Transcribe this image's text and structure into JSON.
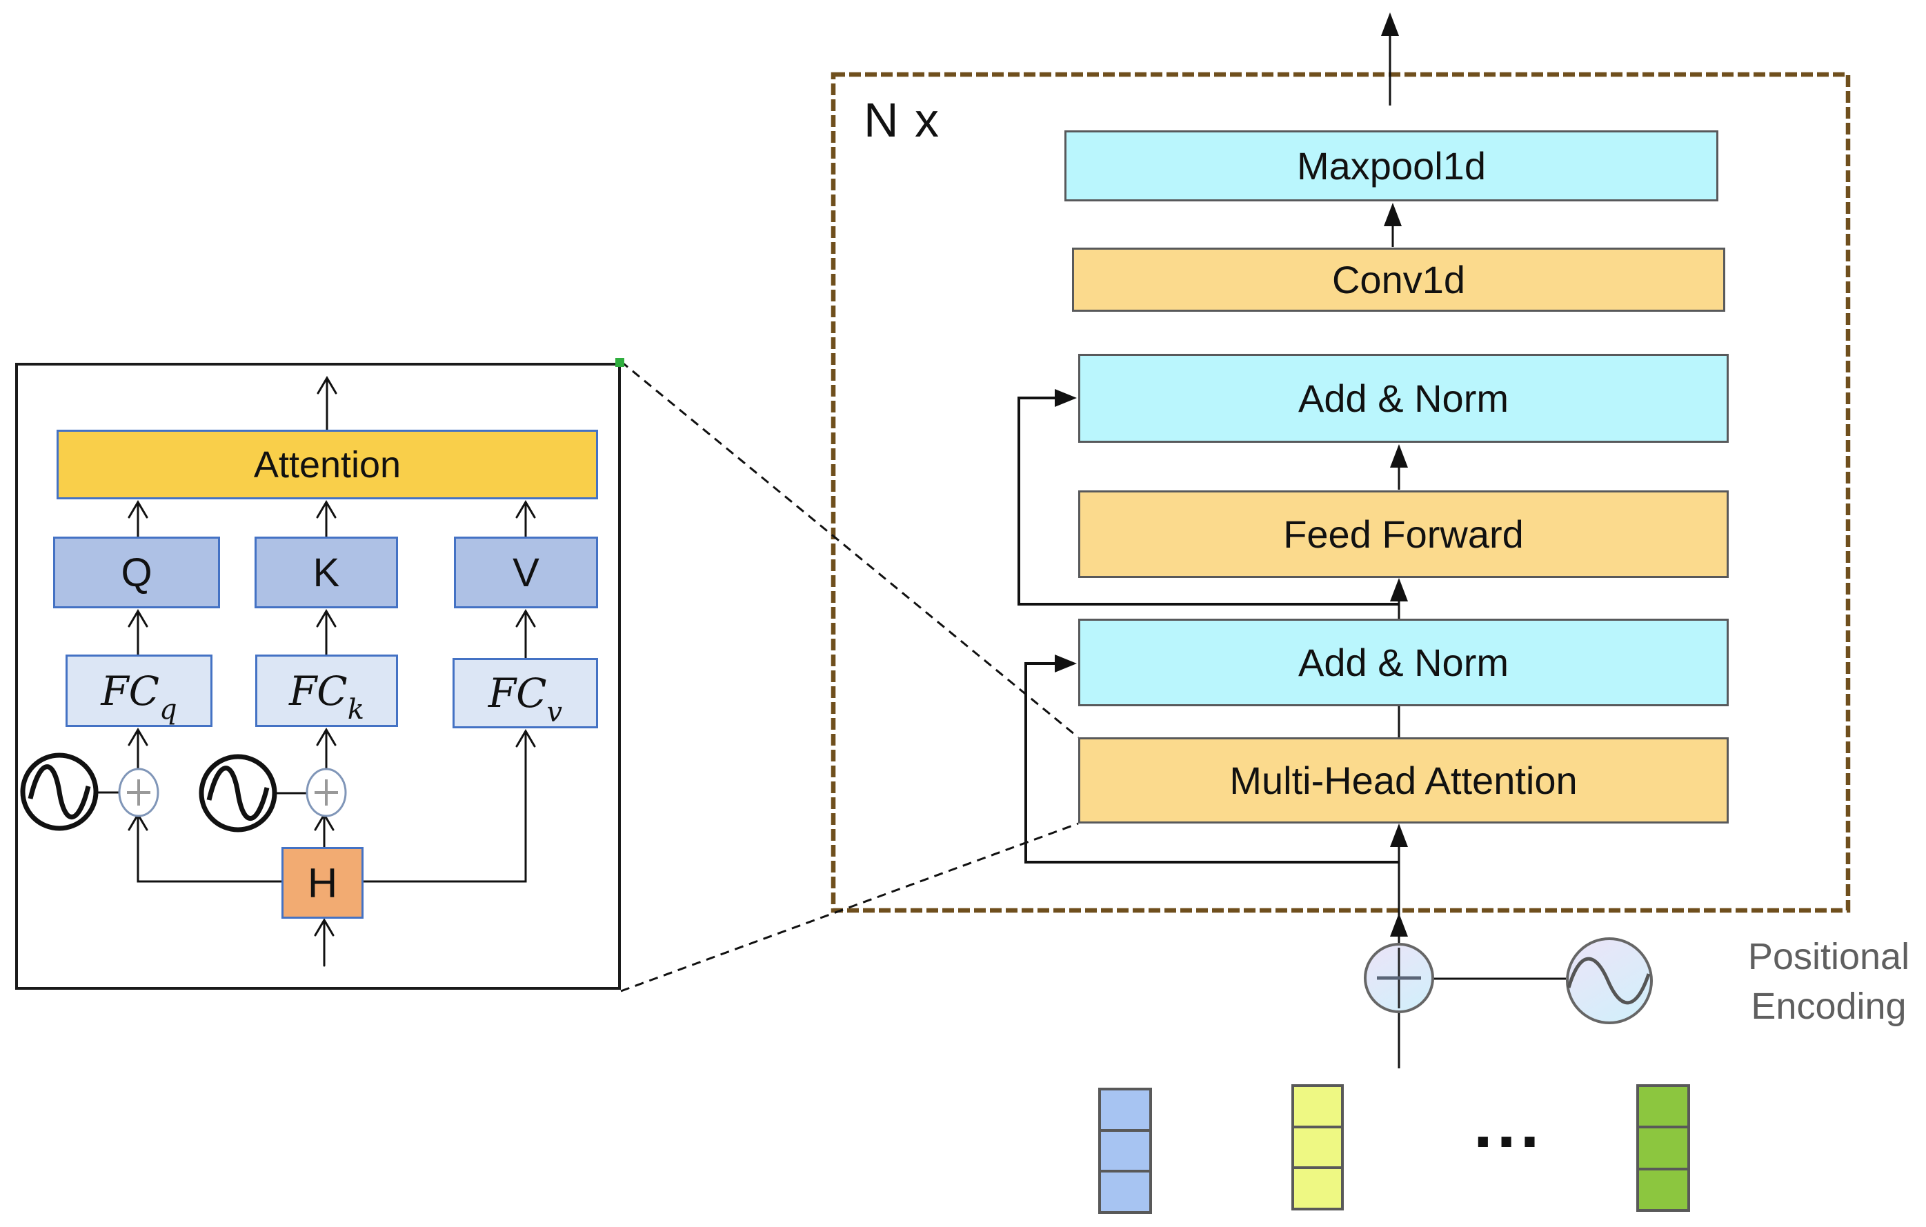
{
  "inset_panel": {
    "attention_label": "Attention",
    "q_label": "Q",
    "k_label": "K",
    "v_label": "V",
    "fc_q_base": "FC",
    "fc_q_sub": "q",
    "fc_k_base": "FC",
    "fc_k_sub": "k",
    "fc_v_base": "FC",
    "fc_v_sub": "v",
    "h_label": "H"
  },
  "encoder_panel": {
    "repeat_label": "N x",
    "maxpool_label": "Maxpool1d",
    "conv_label": "Conv1d",
    "add_norm_top_label": "Add & Norm",
    "feed_forward_label": "Feed Forward",
    "add_norm_bottom_label": "Add & Norm",
    "mha_label": "Multi-Head Attention"
  },
  "input_section": {
    "positional_encoding_line1": "Positional",
    "positional_encoding_line2": "Encoding",
    "ellipsis": "..."
  },
  "icons": {
    "sine_wave": "sine-wave-oscillator-icon",
    "plus_add": "plus-add-icon"
  },
  "colors": {
    "block_cyan": "#baf6fd",
    "block_tan": "#fbda8d",
    "attention_yellow": "#f9cf4a",
    "qkv_blue": "#aec1e5",
    "fc_light_blue": "#dce6f5",
    "h_orange": "#f2ab72",
    "blue_border": "#4472c4",
    "gray_border": "#58595b",
    "dashed_repeat_border": "#6f4f1d",
    "token_blue": "#a7c4f2",
    "token_yellow": "#eef883",
    "token_green": "#8cc63f",
    "annotation_gray": "#5f5f5f",
    "corner_handle_green": "#2fae3e"
  }
}
